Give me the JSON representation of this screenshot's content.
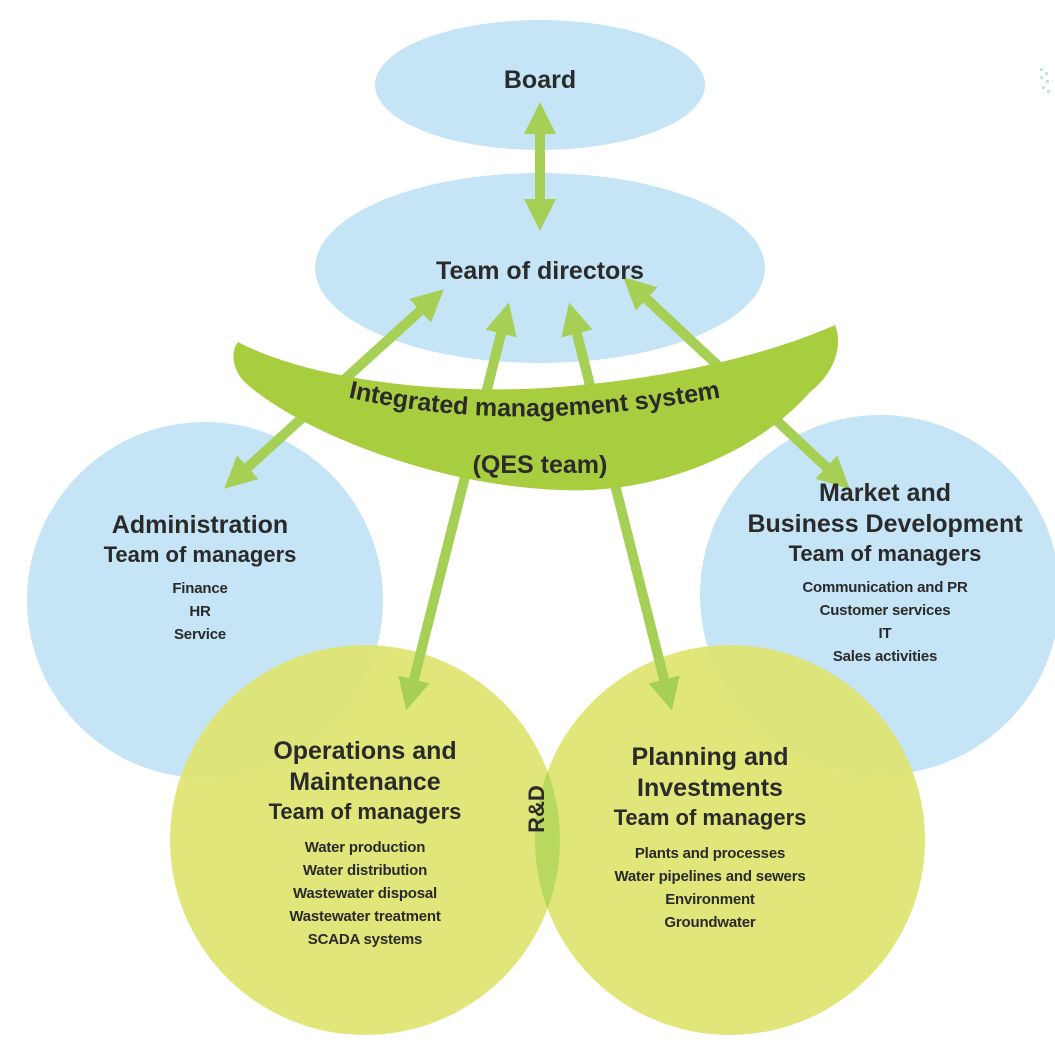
{
  "board": {
    "label": "Board"
  },
  "directors": {
    "label": "Team of directors"
  },
  "ims": {
    "title": "Integrated management system",
    "subtitle": "(QES team)"
  },
  "administration": {
    "title": "Administration",
    "subtitle": "Team of managers",
    "items": [
      "Finance",
      "HR",
      "Service"
    ]
  },
  "market": {
    "title_line1": "Market and",
    "title_line2": "Business Development",
    "subtitle": "Team of managers",
    "items": [
      "Communication and PR",
      "Customer services",
      "IT",
      "Sales activities"
    ]
  },
  "operations": {
    "title_line1": "Operations and",
    "title_line2": "Maintenance",
    "subtitle": "Team of managers",
    "items": [
      "Water production",
      "Water distribution",
      "Wastewater disposal",
      "Wastewater treatment",
      "SCADA systems"
    ]
  },
  "planning": {
    "title_line1": "Planning and",
    "title_line2": "Investments",
    "subtitle": "Team of managers",
    "items": [
      "Plants and processes",
      "Water pipelines and sewers",
      "Environment",
      "Groundwater"
    ]
  },
  "rd": {
    "label": "R&D"
  },
  "colors": {
    "blue": "#c5e4f6",
    "yellow": "#dde46f",
    "overlap": "#b9d95e",
    "green_band": "#a8cd3f",
    "arrow": "#a6cf55"
  }
}
